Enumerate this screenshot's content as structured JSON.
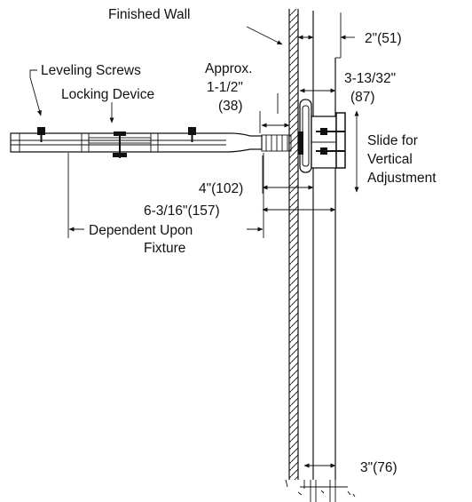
{
  "labels": {
    "finished_wall": "Finished Wall",
    "leveling_screws": "Leveling Screws",
    "locking_device": "Locking Device",
    "approx": "Approx.",
    "approx_in": "1-1/2\"",
    "approx_mm": "(38)",
    "dim_2in": "2\"(51)",
    "dim_3_13_32_in": "3-13/32\"",
    "dim_3_13_32_mm": "(87)",
    "slide_line1": "Slide for",
    "slide_line2": "Vertical",
    "slide_line3": "Adjustment",
    "dim_4in": "4\"(102)",
    "dim_6_3_16": "6-3/16\"(157)",
    "dependent_line1": "Dependent Upon",
    "dependent_line2": "Fixture",
    "dim_3in": "3\"(76)"
  }
}
